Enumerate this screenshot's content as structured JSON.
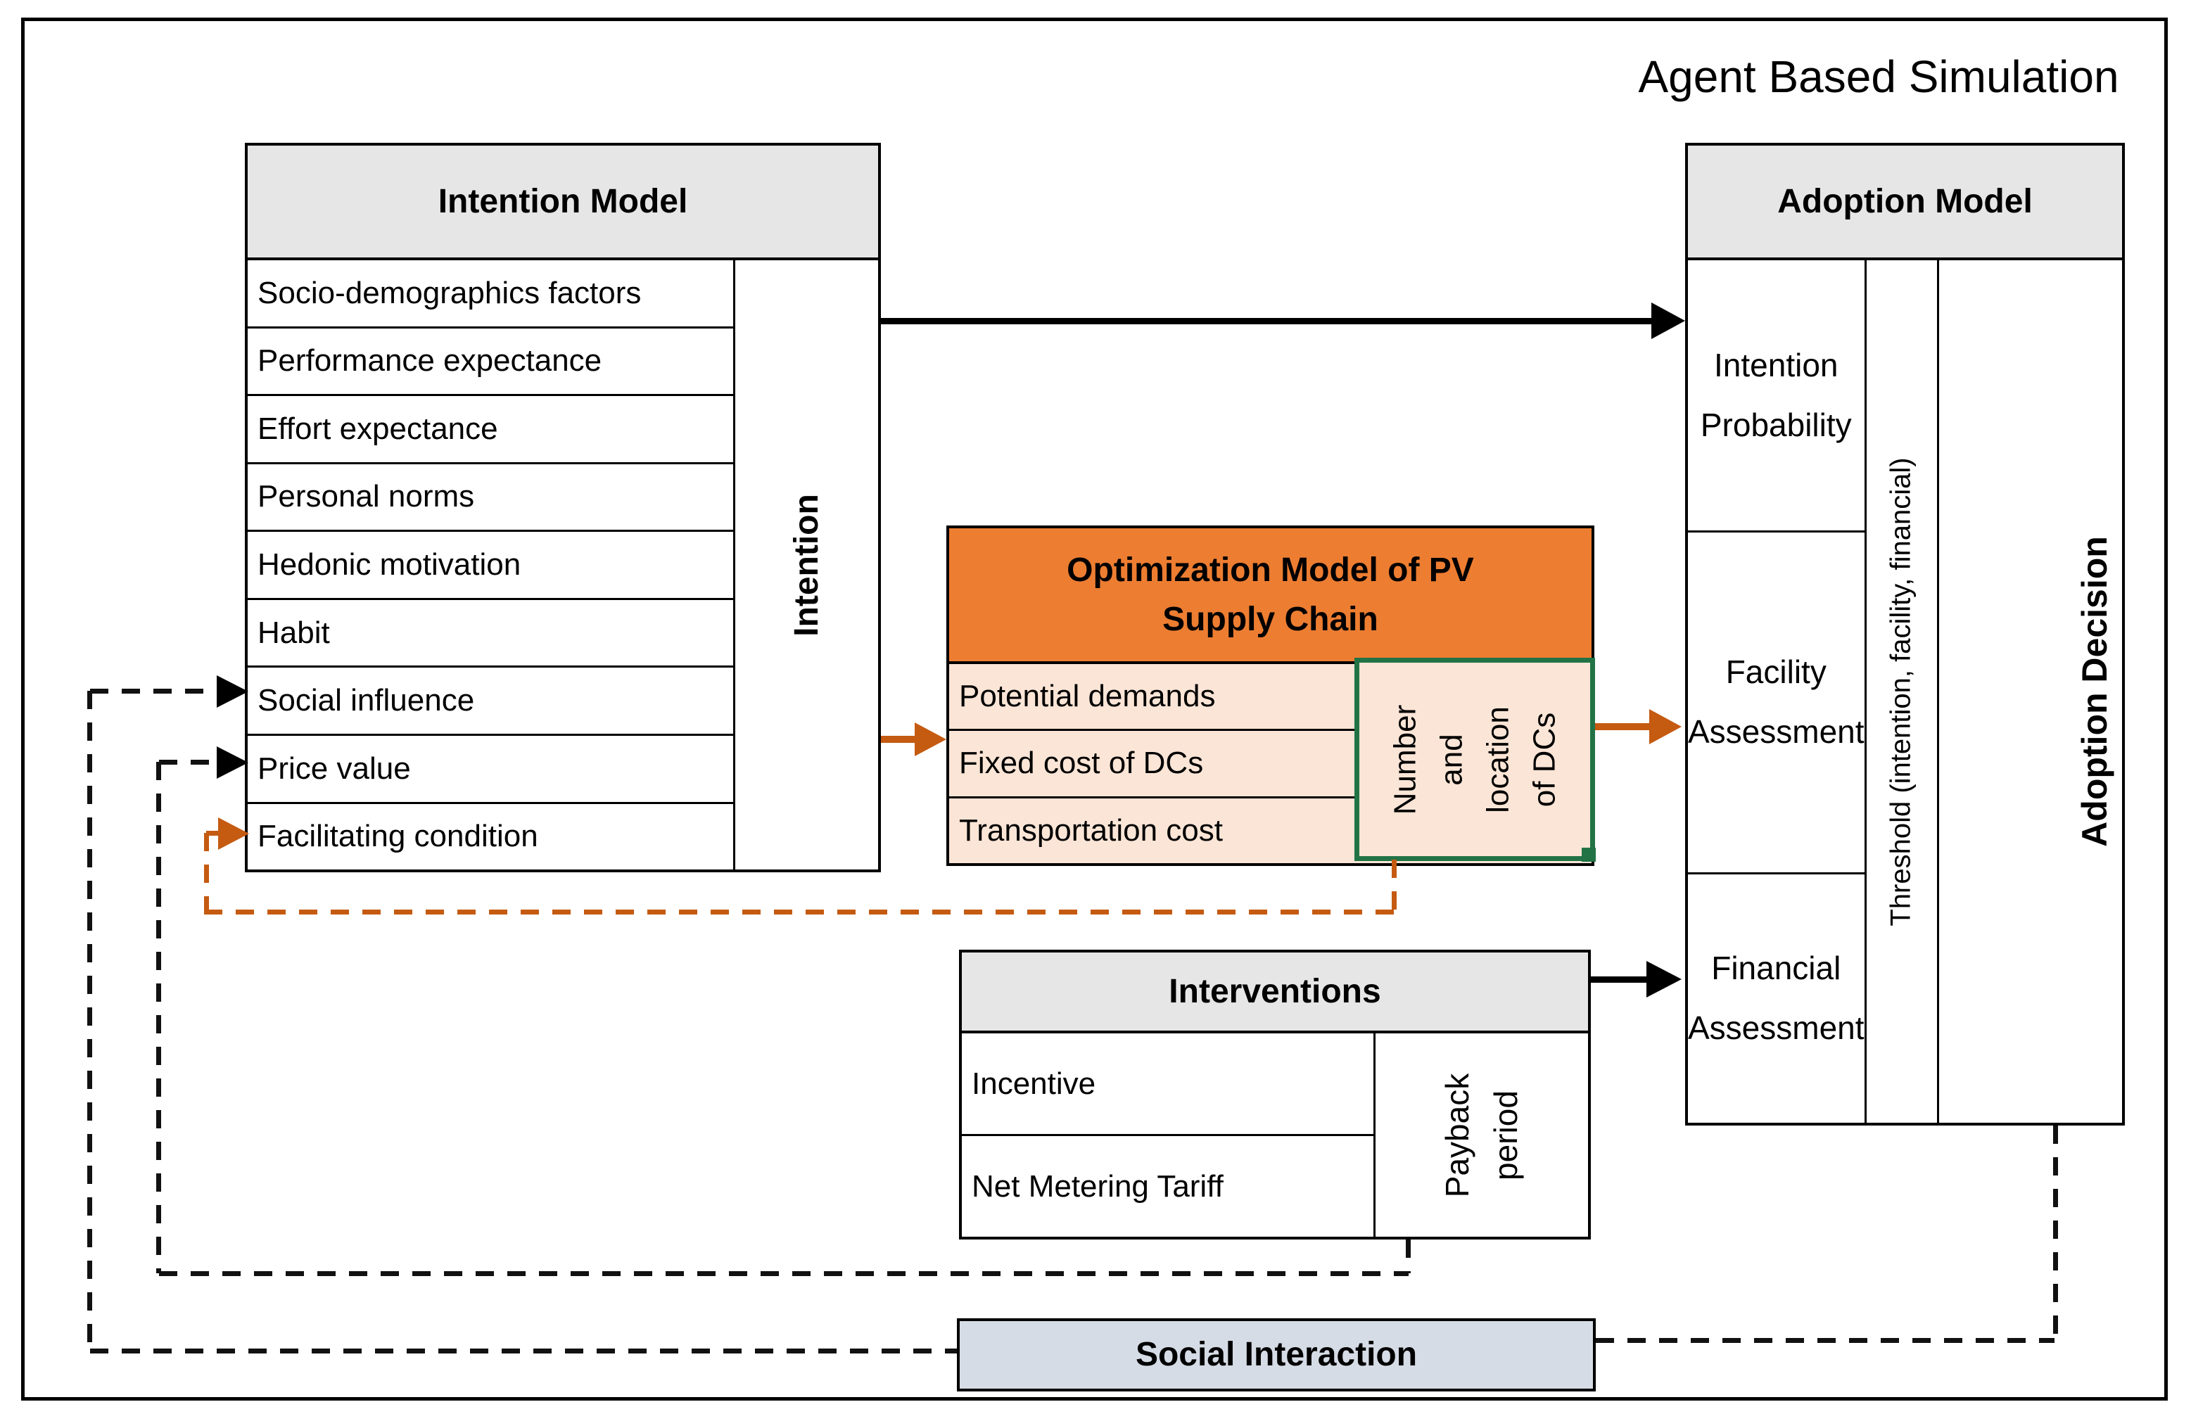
{
  "title": "Agent Based Simulation",
  "intention_model": {
    "header": "Intention Model",
    "rows": [
      "Socio-demographics factors",
      "Performance expectance",
      "Effort expectance",
      "Personal norms",
      "Hedonic motivation",
      "Habit",
      "Social influence",
      "Price value",
      "Facilitating condition"
    ],
    "side_label": "Intention"
  },
  "optimization_model": {
    "header": "Optimization Model of PV\nSupply Chain",
    "rows": [
      "Potential demands",
      "Fixed cost of DCs",
      "Transportation cost"
    ],
    "output_label": "Number\nand\nlocation\nof DCs"
  },
  "interventions": {
    "header": "Interventions",
    "rows": [
      "Incentive",
      "Net Metering Tariff"
    ],
    "side_label": "Payback\nperiod"
  },
  "adoption_model": {
    "header": "Adoption Model",
    "cells": [
      "Intention\nProbability",
      "Facility\nAssessment",
      "Financial\nAssessment"
    ],
    "threshold_label": "Threshold (intention, facility, financial)",
    "decision_label": "Adoption Decision"
  },
  "social_interaction": {
    "label": "Social Interaction"
  },
  "colors": {
    "header_gray": "#E7E6E6",
    "orange": "#ED7D31",
    "orange_light": "#FBE5D6",
    "orange_dark": "#C55A11",
    "green": "#217346",
    "social_fill": "#D6DCE5",
    "line_black": "#000000"
  }
}
